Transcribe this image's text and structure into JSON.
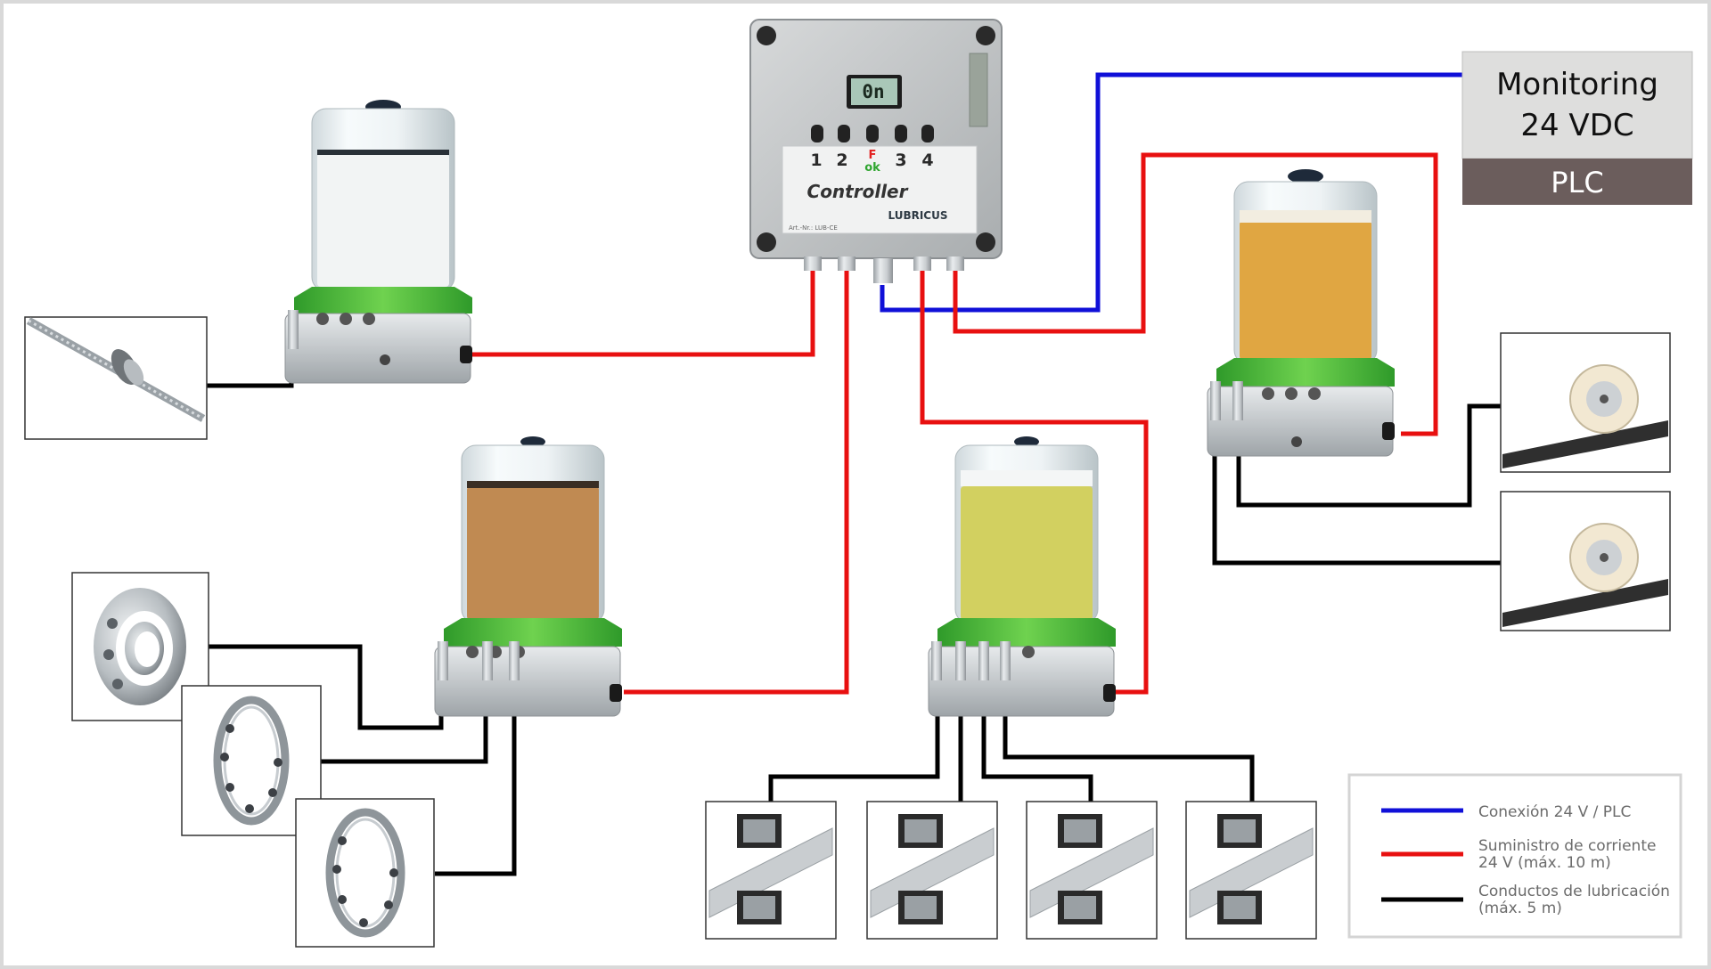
{
  "controller": {
    "display": "0n",
    "channels": [
      "1",
      "2",
      "3",
      "4"
    ],
    "fault_label": "F",
    "ok_label": "ok",
    "name": "Controller",
    "brand": "LUBRICUS",
    "art_number": "Art.-Nr.: LUB-CE"
  },
  "monitoring": {
    "line1": "Monitoring",
    "line2": "24 VDC",
    "plc": "PLC"
  },
  "legend": {
    "items": [
      {
        "color": "#1010d8",
        "lines": [
          "Conexión 24 V / PLC"
        ]
      },
      {
        "color": "#e81010",
        "lines": [
          "Suministro de corriente",
          "24 V (máx. 10 m)"
        ]
      },
      {
        "color": "#000000",
        "lines": [
          "Conductos de lubricación",
          "(máx. 5 m)"
        ]
      }
    ]
  },
  "colors": {
    "plc_line": "#1010d8",
    "power_line": "#e81010",
    "lube_line": "#000000",
    "lubricator_base": "#4fbf3a",
    "grease_white": "#f2f4f4",
    "oil_brown": "#c08a52",
    "oil_olive": "#d2d060",
    "oil_amber": "#e0a642",
    "plc_box": "#6b5d5c",
    "monitor_box": "#dededd"
  },
  "lubricators": [
    {
      "name": "lubricator-white",
      "fill": "grease_white"
    },
    {
      "name": "lubricator-brown",
      "fill": "oil_brown"
    },
    {
      "name": "lubricator-olive",
      "fill": "oil_olive"
    },
    {
      "name": "lubricator-amber",
      "fill": "oil_amber"
    }
  ],
  "components": [
    "ball-screw-icon",
    "ball-bearing-icon",
    "thin-bearing-icon",
    "thin-bearing-icon",
    "linear-guide-icon",
    "linear-guide-icon",
    "linear-guide-icon",
    "linear-guide-icon",
    "chain-sprocket-icon",
    "chain-sprocket-icon"
  ]
}
